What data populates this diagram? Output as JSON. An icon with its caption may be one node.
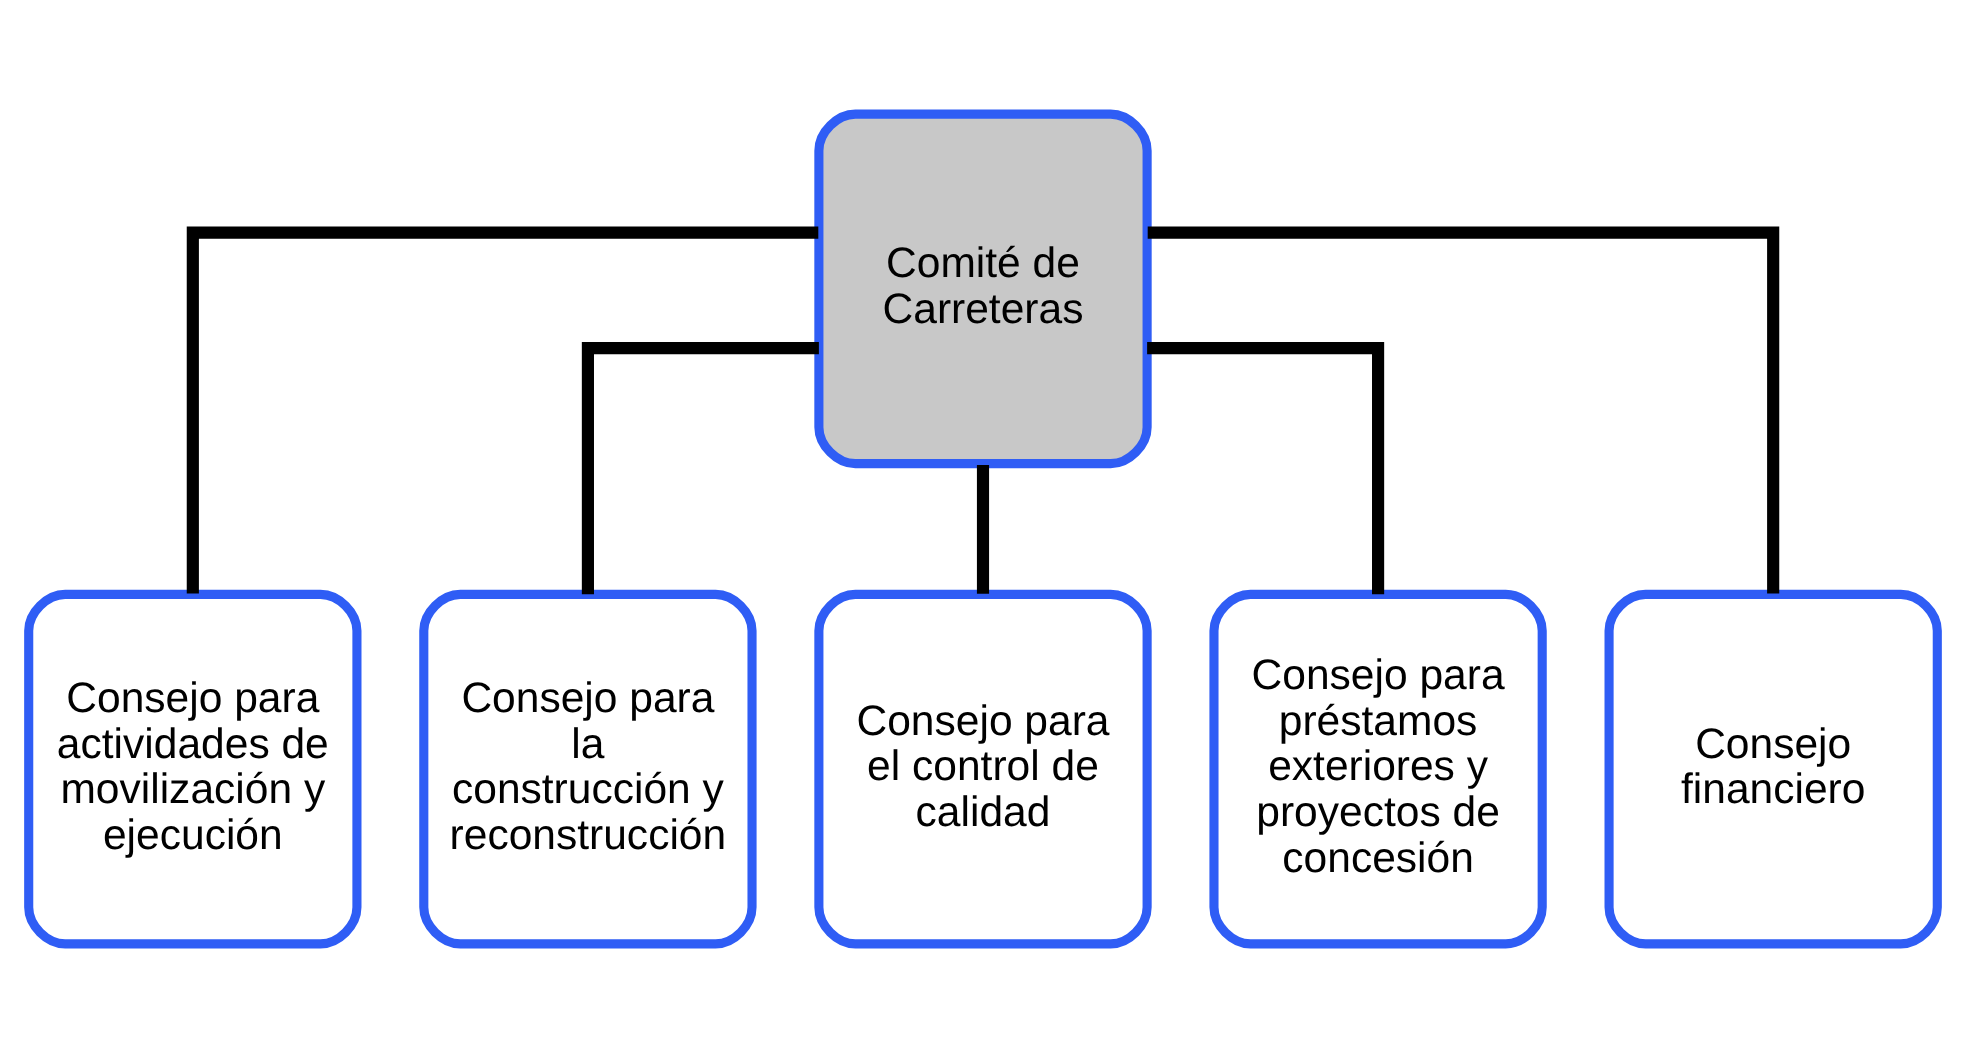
{
  "diagram": {
    "nodes": [
      {
        "text": [
          "Comité de Carreteras"
        ]
      },
      {
        "text": [
          "Consejo para actividades de movilización y ejecución"
        ]
      },
      {
        "text": [
          "Consejo para la construcción y reconstrucción"
        ]
      },
      {
        "text": [
          "Consejo para el control de calidad"
        ]
      },
      {
        "text": [
          "Consejo para préstamos exteriores y proyectos de concesión"
        ]
      },
      {
        "text": [
          "Consejo financiero"
        ]
      }
    ],
    "edges": [
      {
        "from": 0,
        "to": 1,
        "arrow": "none"
      },
      {
        "from": 0,
        "to": 2,
        "arrow": "none"
      },
      {
        "from": 0,
        "to": 3,
        "arrow": "none"
      },
      {
        "from": 0,
        "to": 4,
        "arrow": "none"
      },
      {
        "from": 0,
        "to": 5,
        "arrow": "none"
      }
    ]
  }
}
